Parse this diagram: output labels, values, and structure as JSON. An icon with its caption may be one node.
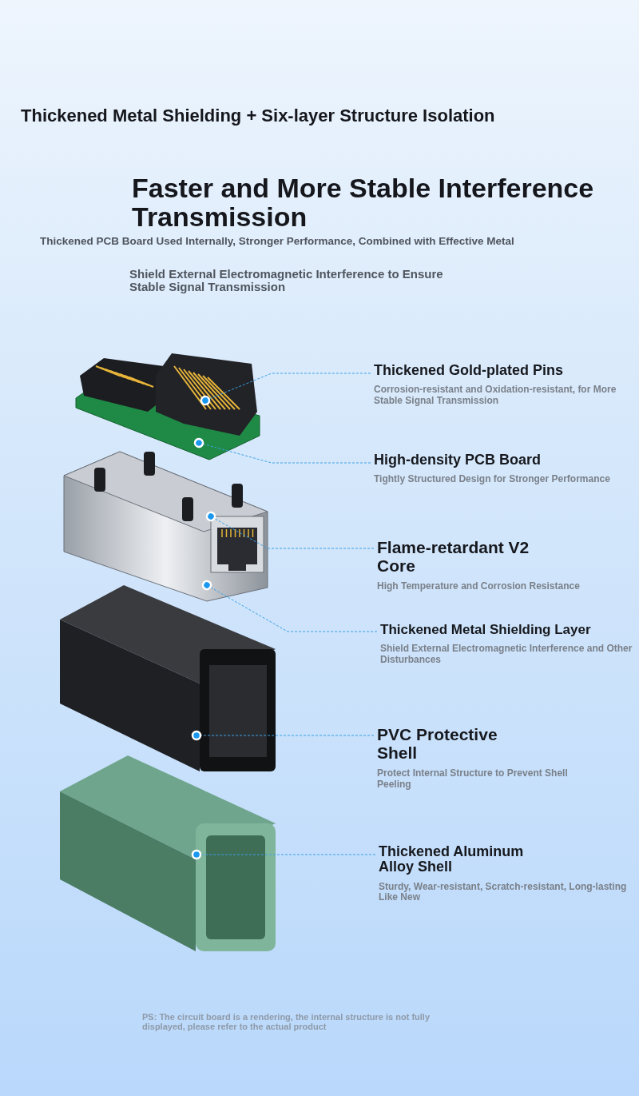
{
  "diagram": {
    "title": "Thickened Metal Shielding + Six-layer Structure Isolation",
    "nodes": [
      {
        "text": [
          "Thickened Gold-plated Pins",
          "Corrosion-resistant and Oxidation-resistant, for More Stable Signal Transmission"
        ]
      },
      {
        "text": [
          "High-density PCB Board",
          "Tightly Structured Design for Stronger Performance"
        ]
      },
      {
        "text": [
          "Flame-retardant V2 Core",
          "High Temperature and Corrosion Resistance"
        ]
      },
      {
        "text": [
          "Thickened Metal Shielding Layer",
          "Shield External Electromagnetic Interference and Other Disturbances"
        ]
      },
      {
        "text": [
          "PVC Protective Shell",
          "Protect Internal Structure to Prevent Shell Peeling"
        ]
      },
      {
        "text": [
          "Thickened Aluminum Alloy Shell",
          "Sturdy, Wear-resistant, Scratch-resistant, Long-lasting Like New"
        ]
      },
      {
        "text": [],
        "shape": "picture"
      },
      {
        "text": [],
        "shape": "picture"
      },
      {
        "text": [],
        "shape": "picture"
      },
      {
        "text": [],
        "shape": "picture",
        "in": 8
      },
      {
        "text": [],
        "shape": "picture"
      },
      {
        "text": [],
        "shape": "picture"
      }
    ],
    "edges": [
      {
        "from": 0,
        "to": 6,
        "arrow": "other"
      },
      {
        "from": 1,
        "to": 7,
        "arrow": "other"
      },
      {
        "from": 2,
        "to": 9,
        "arrow": "other"
      },
      {
        "from": 3,
        "to": 8,
        "arrow": "other"
      },
      {
        "from": 4,
        "to": 10,
        "arrow": "other"
      },
      {
        "from": 5,
        "to": 11,
        "arrow": "other"
      }
    ],
    "labels": [
      "Faster and More Stable Interference Transmission",
      "Thickened PCB Board Used Internally, Stronger Performance, Combined with Effective Metal",
      "Shield External Electromagnetic Interference to Ensure Stable Signal Transmission",
      "PS: The circuit board is a rendering, the internal structure is not fully displayed, please refer to the actual product"
    ]
  }
}
